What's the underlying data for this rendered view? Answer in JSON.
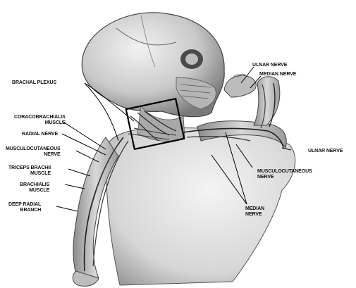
{
  "diagram": {
    "labels": {
      "brachial_plexus": "BRACHAL PLEXUS",
      "coracobrachialis": [
        "CORACOBRACHIALIS",
        "MUSCLE"
      ],
      "radial_nerve": "RADIAL NERVE",
      "musculocutaneous_left": [
        "MUSCULOCUTANEOUS",
        "NERVE"
      ],
      "triceps": [
        "TRICEPS BRACHII",
        "MUSCLE"
      ],
      "brachialis": [
        "BRACHIALIS",
        "MUSCLE"
      ],
      "deep_radial": [
        "DEEP RADIAL",
        "BRANCH"
      ],
      "ulnar_nerve_top": "ULNAR NERVE",
      "median_nerve_top": "MEDIAN NERVE",
      "ulnar_nerve_right": "ULNAR NERVE",
      "musculocutaneous_right": [
        "MUSCULOCUTANEOUS",
        "NERVE"
      ],
      "median_nerve_bottom": [
        "MEDIAN",
        "NERVE"
      ]
    }
  }
}
